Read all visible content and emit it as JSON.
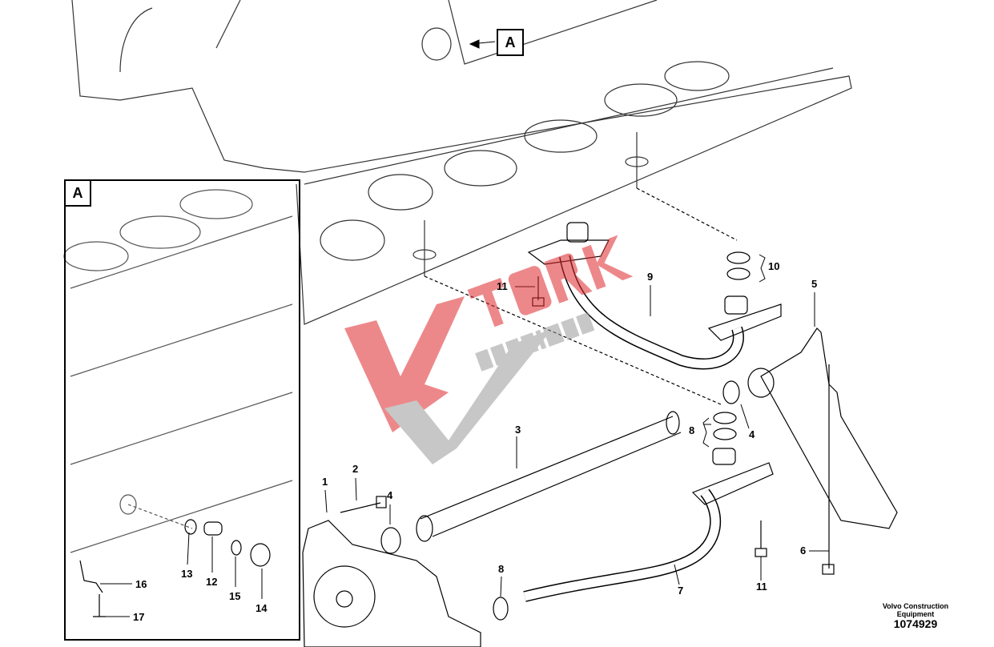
{
  "diagram": {
    "view_label": "A",
    "inset_label": "A",
    "publisher": "Volvo Construction Equipment",
    "document_number": "1074929",
    "watermark": "TORK ŞANZIMAN",
    "callouts": {
      "c1": "1",
      "c2": "2",
      "c3": "3",
      "c4a": "4",
      "c4b": "4",
      "c5": "5",
      "c6": "6",
      "c7": "7",
      "c8a": "8",
      "c8b": "8",
      "c9": "9",
      "c10": "10",
      "c11a": "11",
      "c11b": "11",
      "c12": "12",
      "c13": "13",
      "c14": "14",
      "c15": "15",
      "c16": "16",
      "c17": "17"
    }
  }
}
